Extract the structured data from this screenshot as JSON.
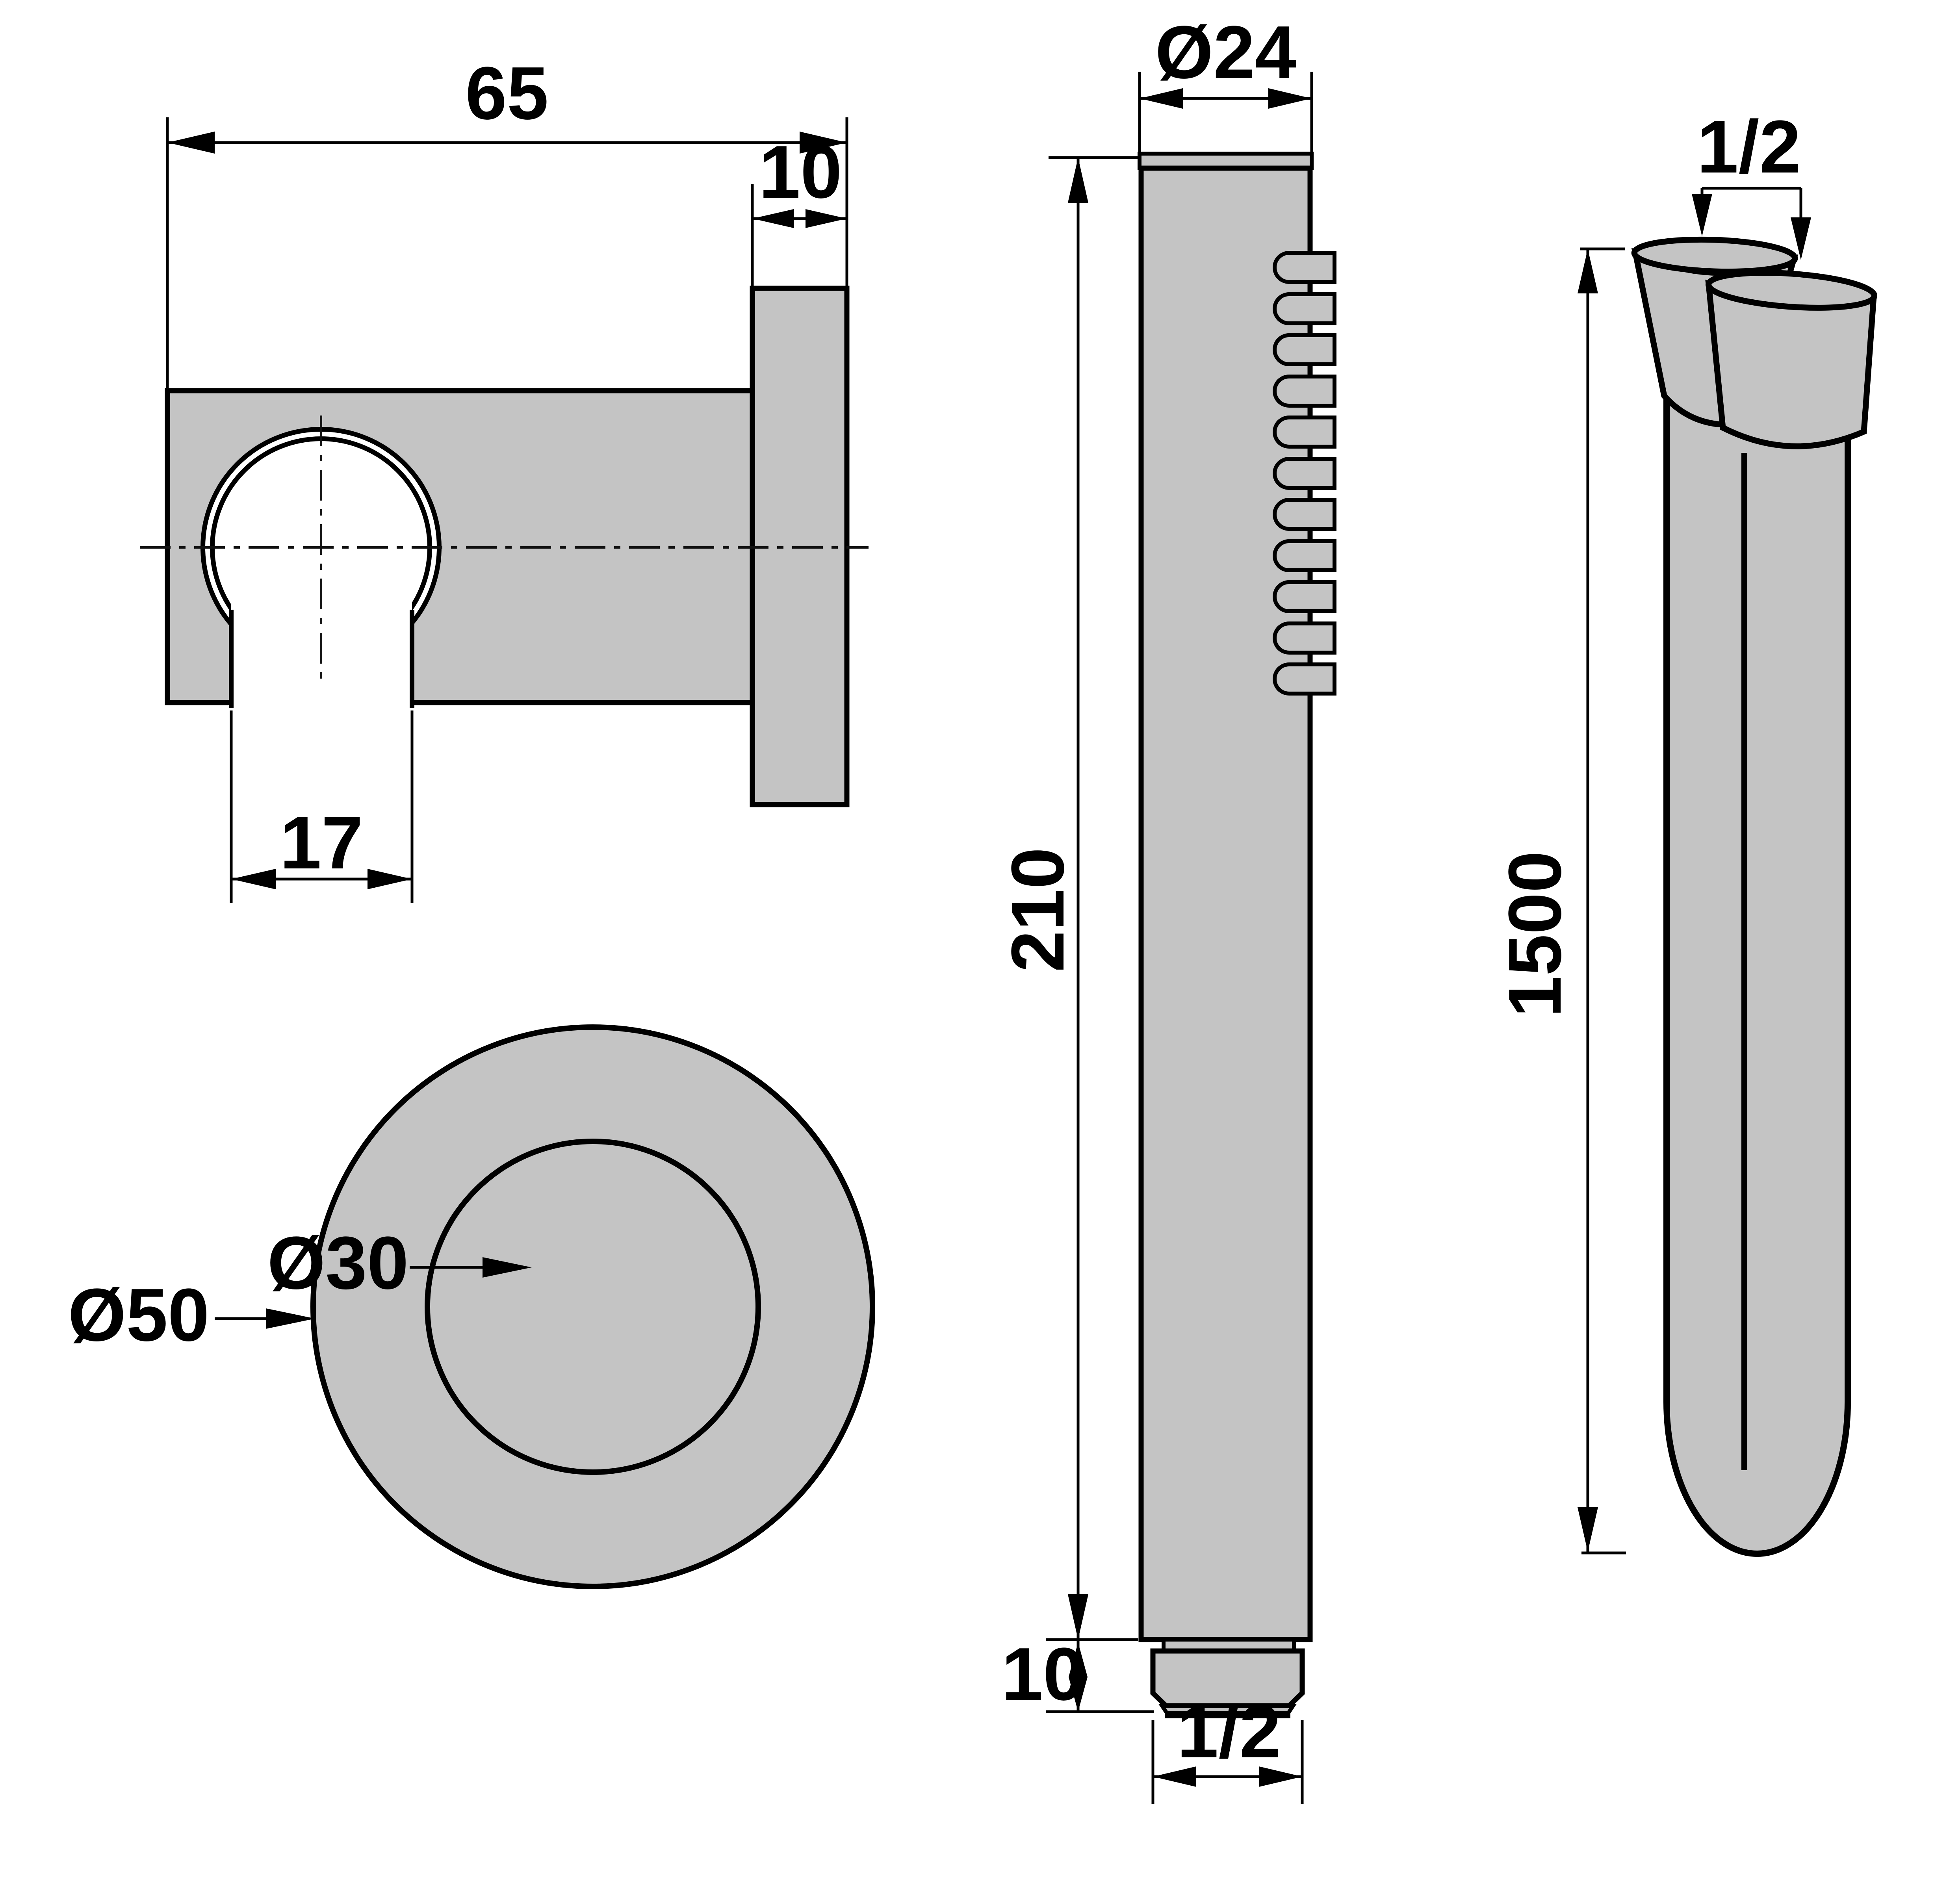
{
  "drawing": {
    "type": "technical-dimension-drawing",
    "views": {
      "bracket_side": {
        "overall_width": "65",
        "plate_thickness": "10",
        "slot_width": "17"
      },
      "bracket_front": {
        "hole_diameter": "Ø30",
        "plate_diameter": "Ø50"
      },
      "hand_shower": {
        "head_diameter": "Ø24",
        "body_length": "210",
        "connector_length": "10",
        "thread_size": "1/2"
      },
      "hose": {
        "thread_size": "1/2",
        "length": "1500"
      }
    },
    "colors": {
      "background": "#ffffff",
      "part_fill": "#c4c4c4",
      "line": "#000000"
    }
  }
}
